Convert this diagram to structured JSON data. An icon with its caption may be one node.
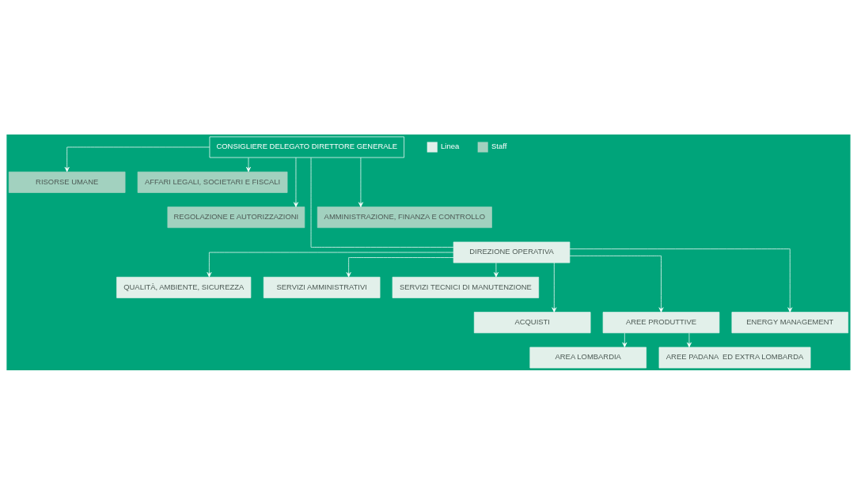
{
  "diagram": {
    "nodes": [
      {
        "text": [
          "CONSIGLIERE DELEGATO DIRETTORE GENERALE"
        ]
      },
      {
        "text": [
          "RISORSE UMANE"
        ]
      },
      {
        "text": [
          "AFFARI LEGALI, SOCIETARI E FISCALI"
        ]
      },
      {
        "text": [
          "REGOLAZIONE E AUTORIZZAZIONI"
        ]
      },
      {
        "text": [
          "AMMINISTRAZIONE, FINANZA E CONTROLLO"
        ]
      },
      {
        "text": [
          "DIREZIONE OPERATIVA"
        ]
      },
      {
        "text": [
          "QUALITÀ, AMBIENTE, SICUREZZA"
        ]
      },
      {
        "text": [
          "SERVIZI AMMINISTRATIVI"
        ]
      },
      {
        "text": [
          "SERVIZI TECNICI DI MANUTENZIONE"
        ]
      },
      {
        "text": [
          "ACQUISTI"
        ]
      },
      {
        "text": [
          "AREE PRODUTTIVE"
        ]
      },
      {
        "text": [
          "ENERGY MANAGEMENT"
        ]
      },
      {
        "text": [
          "AREA LOMBARDIA"
        ]
      },
      {
        "text": [
          "AREE PADANA  ED EXTRA LOMBARDA"
        ]
      }
    ],
    "edges": [
      {
        "from": 0,
        "to": 1,
        "arrow": "to"
      },
      {
        "from": 0,
        "to": 2,
        "arrow": "to"
      },
      {
        "from": 0,
        "to": 3,
        "arrow": "to"
      },
      {
        "from": 0,
        "to": 4,
        "arrow": "to"
      },
      {
        "from": 0,
        "to": 5,
        "arrow": "none"
      },
      {
        "from": 5,
        "to": 6,
        "arrow": "to"
      },
      {
        "from": 5,
        "to": 7,
        "arrow": "to"
      },
      {
        "from": 5,
        "to": 8,
        "arrow": "to"
      },
      {
        "from": 5,
        "to": 9,
        "arrow": "to"
      },
      {
        "from": 5,
        "to": 10,
        "arrow": "to"
      },
      {
        "from": 5,
        "to": 11,
        "arrow": "to"
      },
      {
        "from": 10,
        "to": 12,
        "arrow": "to"
      },
      {
        "from": 10,
        "to": 13,
        "arrow": "to"
      }
    ],
    "legend": [
      {
        "text": "Linea",
        "color": "#e2f0ea"
      },
      {
        "text": "Staff",
        "color": "#a2d1bf"
      }
    ]
  }
}
